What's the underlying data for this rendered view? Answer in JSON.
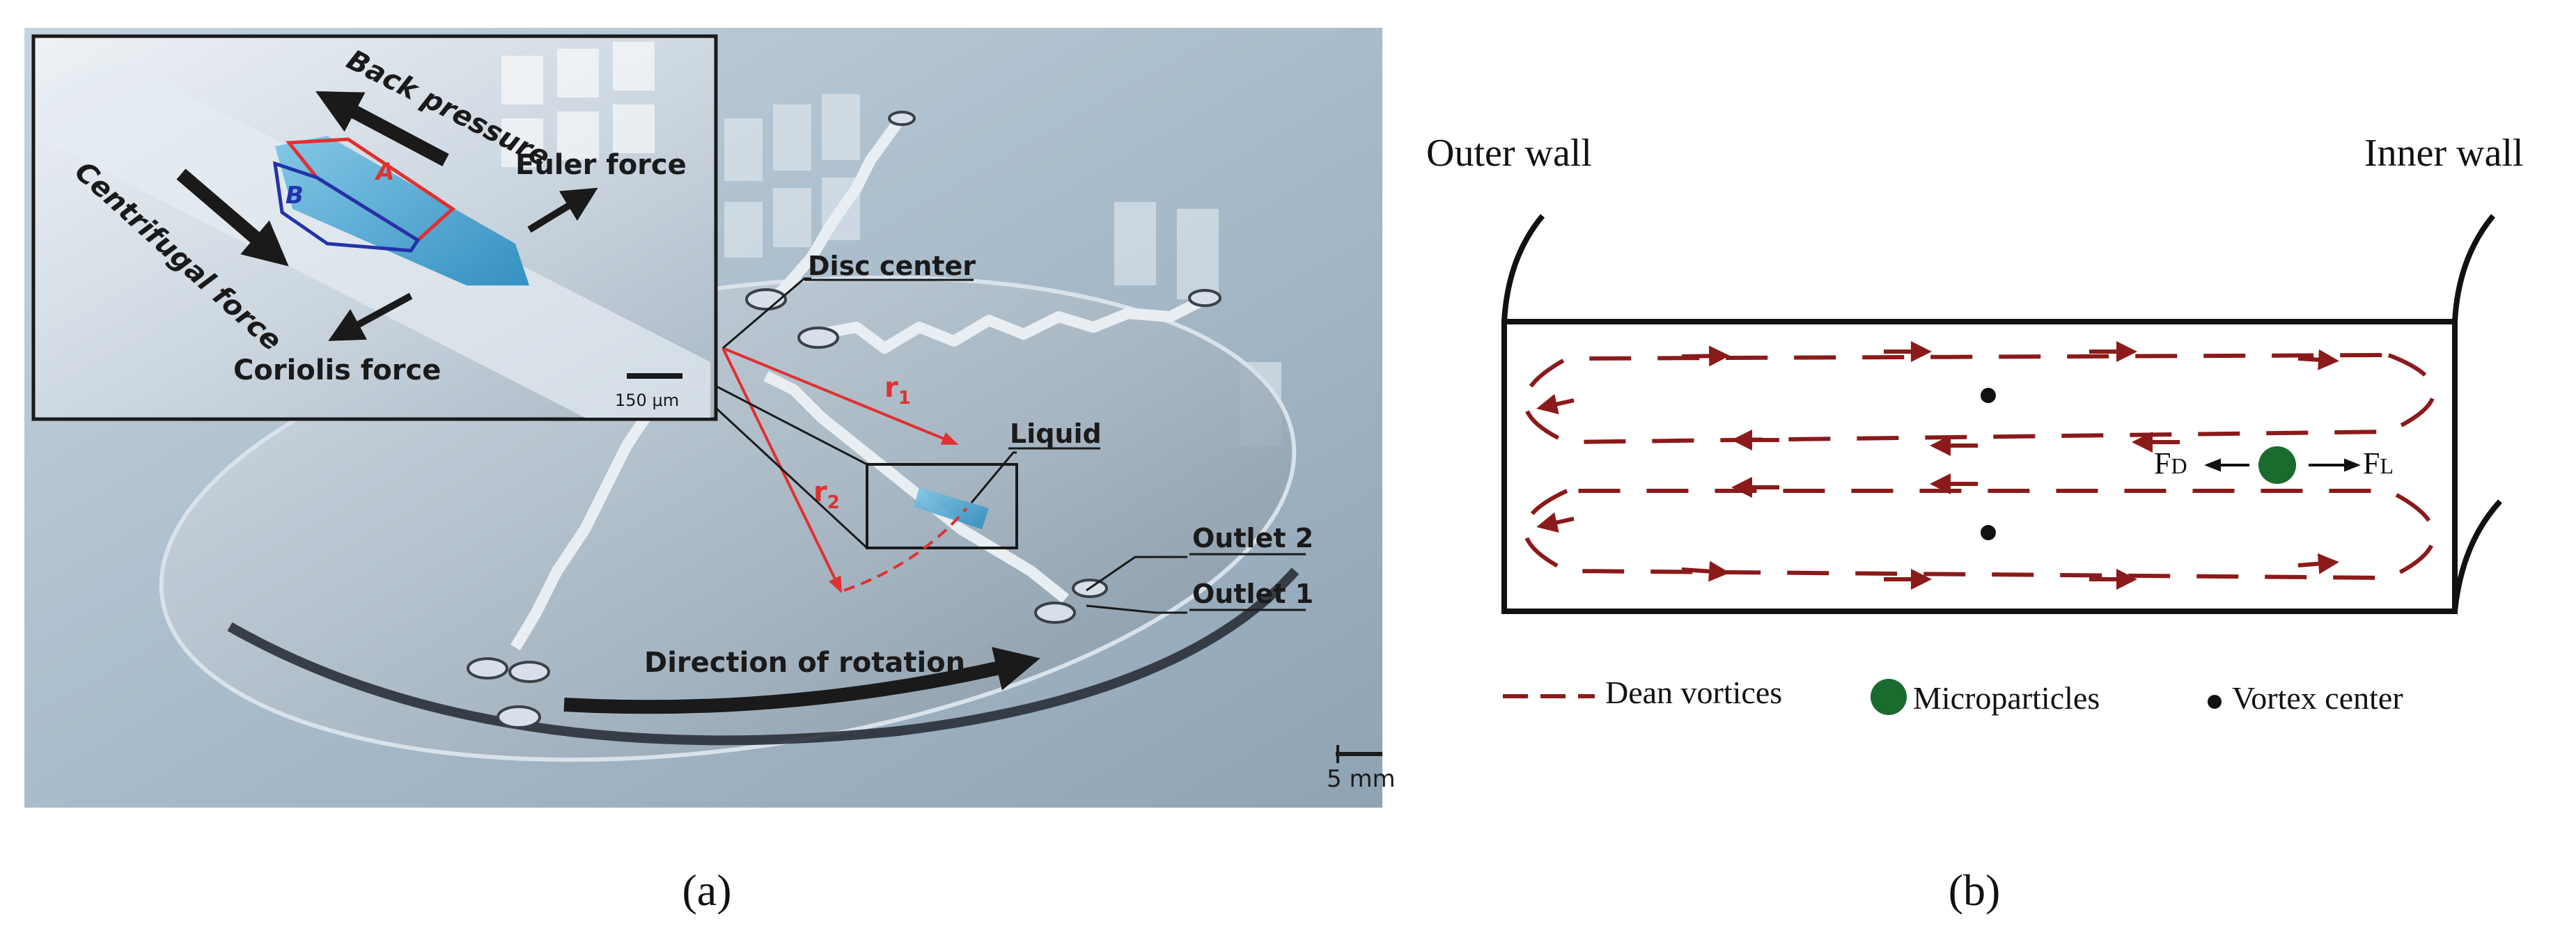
{
  "panel_a": {
    "inset": {
      "back_pressure": "Back pressure",
      "centrifugal_force": "Centrifugal force",
      "euler_force": "Euler force",
      "coriolis_force": "Coriolis force",
      "region_a": "A",
      "region_b": "B",
      "scale_bar": "150 μm"
    },
    "labels": {
      "disc_center": "Disc center",
      "liquid": "Liquid",
      "outlet_2": "Outlet 2",
      "outlet_1": "Outlet 1",
      "direction": "Direction of rotation",
      "r1": "r",
      "r1_sub": "1",
      "r2": "r",
      "r2_sub": "2",
      "scale_bar": "5 mm"
    },
    "caption": "(a)",
    "colors": {
      "accent_red": "#e03030",
      "liquid_blue": "#3a9fd0"
    }
  },
  "panel_b": {
    "outer_wall": "Outer wall",
    "inner_wall": "Inner wall",
    "fd": "F",
    "fd_sub": "D",
    "fl": "F",
    "fl_sub": "L",
    "legend": {
      "dean": "Dean vortices",
      "micro": "Microparticles",
      "vortex": "Vortex center"
    },
    "caption": "(b)",
    "colors": {
      "vortex": "#8b1a1a",
      "particle": "#1a6b2e",
      "ink": "#111111"
    }
  }
}
